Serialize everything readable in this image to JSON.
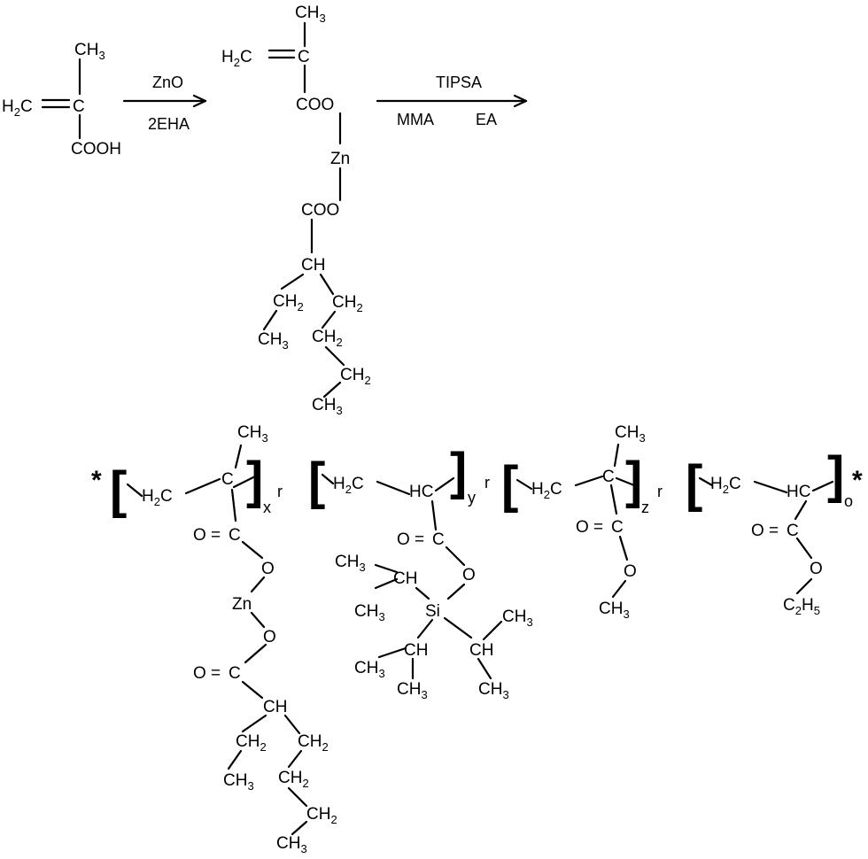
{
  "reaction": {
    "step1": {
      "above": "ZnO",
      "below": "2EHA"
    },
    "step2": {
      "above": "TIPSA",
      "below_left": "MMA",
      "below_right": "EA"
    }
  },
  "atoms": {
    "ch3": "CH",
    "h2c": "H",
    "c": "C",
    "cooh": "COOH",
    "coo": "COO",
    "zn": "Zn",
    "ch": "CH",
    "ch2": "CH",
    "hc": "HC",
    "o": "O",
    "oeq": "O =",
    "si": "Si",
    "c2h5": "C",
    "sub2": "2",
    "sub3": "3",
    "sub5": "5",
    "c_suffix": "C"
  },
  "polymer": {
    "end_star": "*",
    "units": [
      {
        "index": "x",
        "sequence": "r"
      },
      {
        "index": "y",
        "sequence": "r"
      },
      {
        "index": "z",
        "sequence": "r"
      },
      {
        "index": "o"
      }
    ]
  }
}
